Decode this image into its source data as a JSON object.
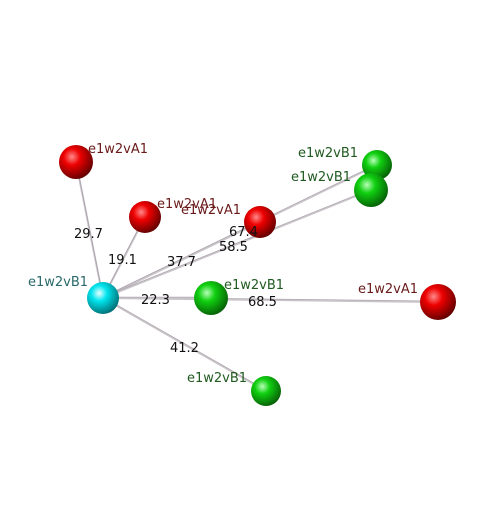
{
  "colors": {
    "background": "#ffffff",
    "bond": "#c8c4c8",
    "center_atom": "#00e5ee",
    "chain_a_atom": "#ee0000",
    "chain_b_atom": "#10d010",
    "center_label": "#2a6a6a",
    "chain_a_label": "#6a1a1a",
    "chain_b_label": "#1f5a1f",
    "distance_label": "#111111"
  },
  "center": {
    "id": "center",
    "label": "e1w2vB1",
    "type": "center"
  },
  "atoms": [
    {
      "id": "a1",
      "label": "e1w2vA1",
      "type": "chain_a",
      "distance": "29.7"
    },
    {
      "id": "a2",
      "label": "e1w2vA1",
      "type": "chain_a",
      "distance": "19.1"
    },
    {
      "id": "a3",
      "label": "e1w2vA1",
      "type": "chain_a",
      "distance": "67.4"
    },
    {
      "id": "a4",
      "label": "e1w2vA1",
      "type": "chain_a",
      "distance": "68.5"
    },
    {
      "id": "b1",
      "label": "e1w2vB1",
      "type": "chain_b",
      "distance": "58.5"
    },
    {
      "id": "b2",
      "label": "e1w2vB1",
      "type": "chain_b",
      "distance": "37.7"
    },
    {
      "id": "b3",
      "label": "e1w2vB1",
      "type": "chain_b",
      "distance": "22.3"
    },
    {
      "id": "b4",
      "label": "e1w2vB1",
      "type": "chain_b",
      "distance": "41.2"
    }
  ]
}
